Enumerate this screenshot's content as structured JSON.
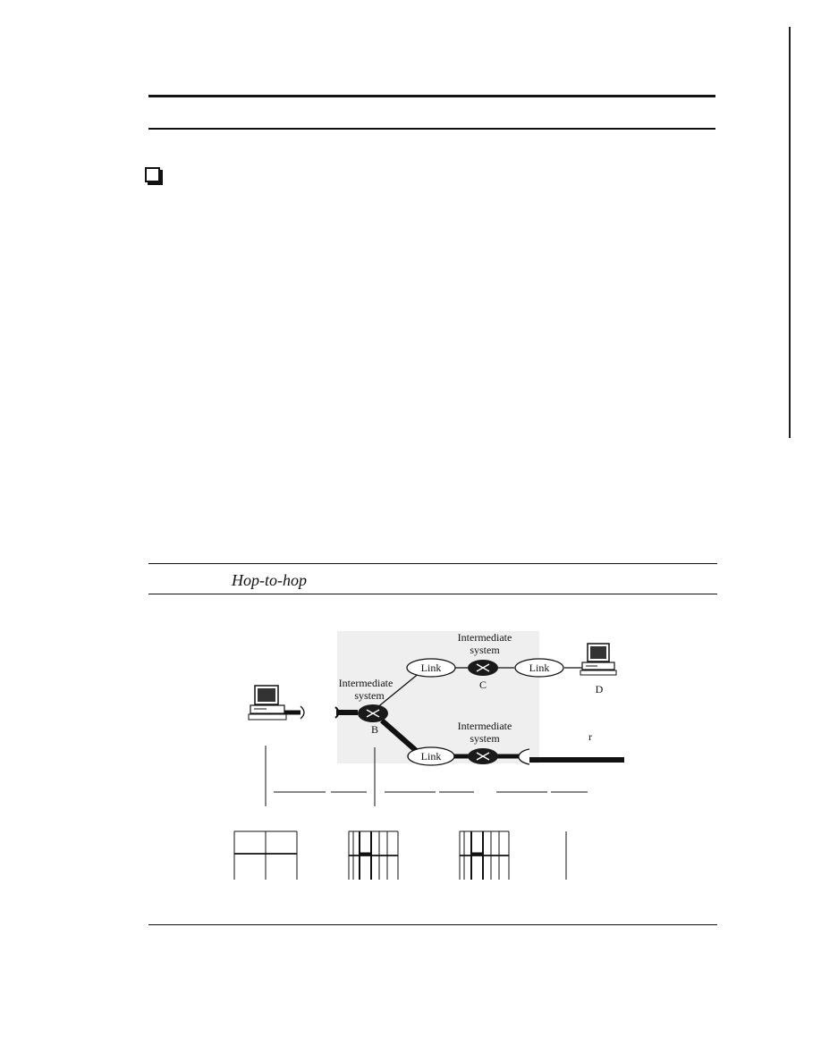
{
  "caption": {
    "text": "Hop-to-hop"
  },
  "diagram": {
    "intermediate_label_line1": "Intermediate",
    "intermediate_label_line2": "system",
    "link_label": "Link",
    "nodes": {
      "b": "B",
      "c": "C",
      "d": "D"
    },
    "corner_mark": "r"
  }
}
